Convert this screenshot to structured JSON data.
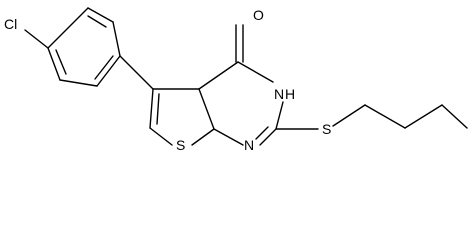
{
  "molecule": {
    "atoms": {
      "chlorine": "Cl",
      "oxygen": "O",
      "nh": "H",
      "n_ring": "N",
      "s_thiophene": "S",
      "s_thioether": "S",
      "n_upper": "N"
    },
    "colors": {
      "bond": "#000000",
      "label": "#000000",
      "background": "#ffffff"
    }
  }
}
